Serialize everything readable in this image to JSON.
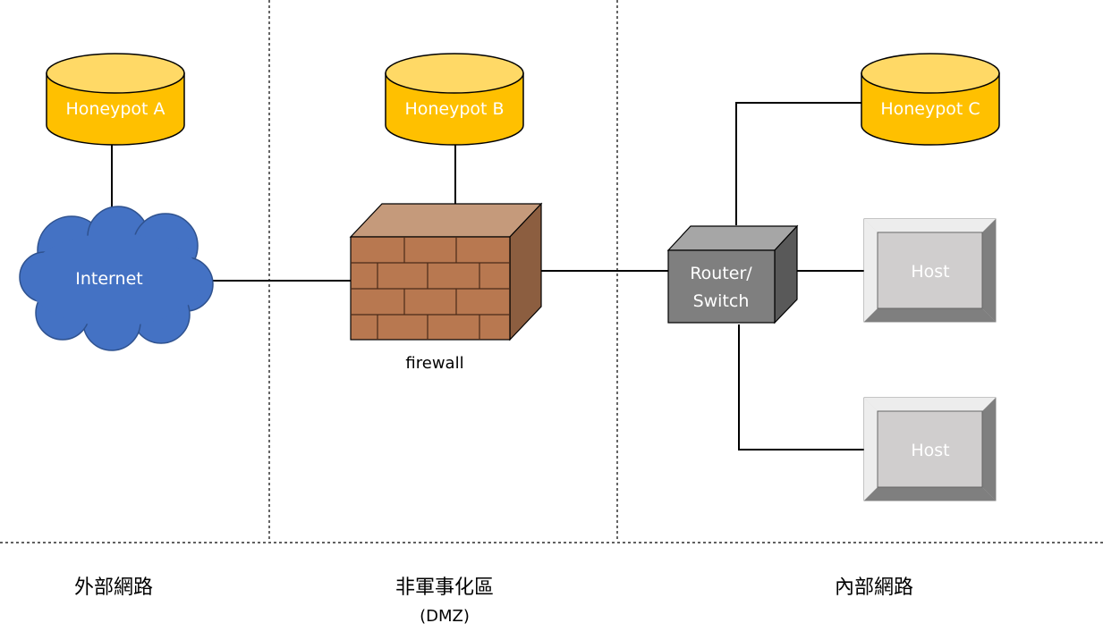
{
  "zones": {
    "external": {
      "label": "外部網路"
    },
    "dmz": {
      "label": "非軍事化區",
      "sub": "(DMZ)"
    },
    "internal": {
      "label": "內部網路"
    }
  },
  "nodes": {
    "honeypot_a": "Honeypot A",
    "honeypot_b": "Honeypot B",
    "honeypot_c": "Honeypot C",
    "internet": "Internet",
    "firewall": "firewall",
    "router_line1": "Router/",
    "router_line2": "Switch",
    "host_1": "Host",
    "host_2": "Host"
  },
  "colors": {
    "honeypot_fill": "#FFC000",
    "honeypot_top": "#FFD966",
    "honeypot_stroke": "#000000",
    "cloud_fill": "#4472C4",
    "cloud_stroke": "#2F528F",
    "brick_face": "#B87850",
    "brick_top": "#C59A7B",
    "brick_side": "#8C5E40",
    "router_front": "#7F7F7F",
    "router_top": "#A6A6A6",
    "router_side": "#595959",
    "host_face": "#D0CECE",
    "host_bevel_light": "#EDEDED",
    "host_bevel_dark": "#7F7F7F"
  }
}
